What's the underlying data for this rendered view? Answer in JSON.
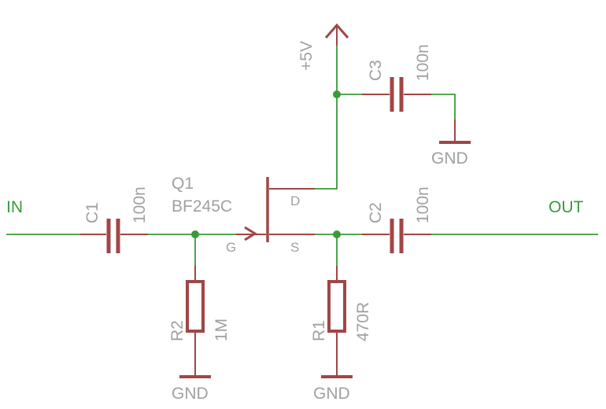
{
  "nets": {
    "in": "IN",
    "out": "OUT",
    "vcc": "+5V"
  },
  "ground": {
    "r2": "GND",
    "r1": "GND",
    "c3": "GND"
  },
  "components": {
    "c1": {
      "name": "C1",
      "value": "100n"
    },
    "c2": {
      "name": "C2",
      "value": "100n"
    },
    "c3": {
      "name": "C3",
      "value": "100n"
    },
    "r1": {
      "name": "R1",
      "value": "470R"
    },
    "r2": {
      "name": "R2",
      "value": "1M"
    },
    "q1": {
      "name": "Q1",
      "value": "BF245C",
      "pin_g": "G",
      "pin_d": "D",
      "pin_s": "S"
    }
  },
  "colors": {
    "wire": "#3a9a3a",
    "component": "#a04646",
    "label": "#a0a0a0",
    "net_label": "#3a9a3a"
  }
}
